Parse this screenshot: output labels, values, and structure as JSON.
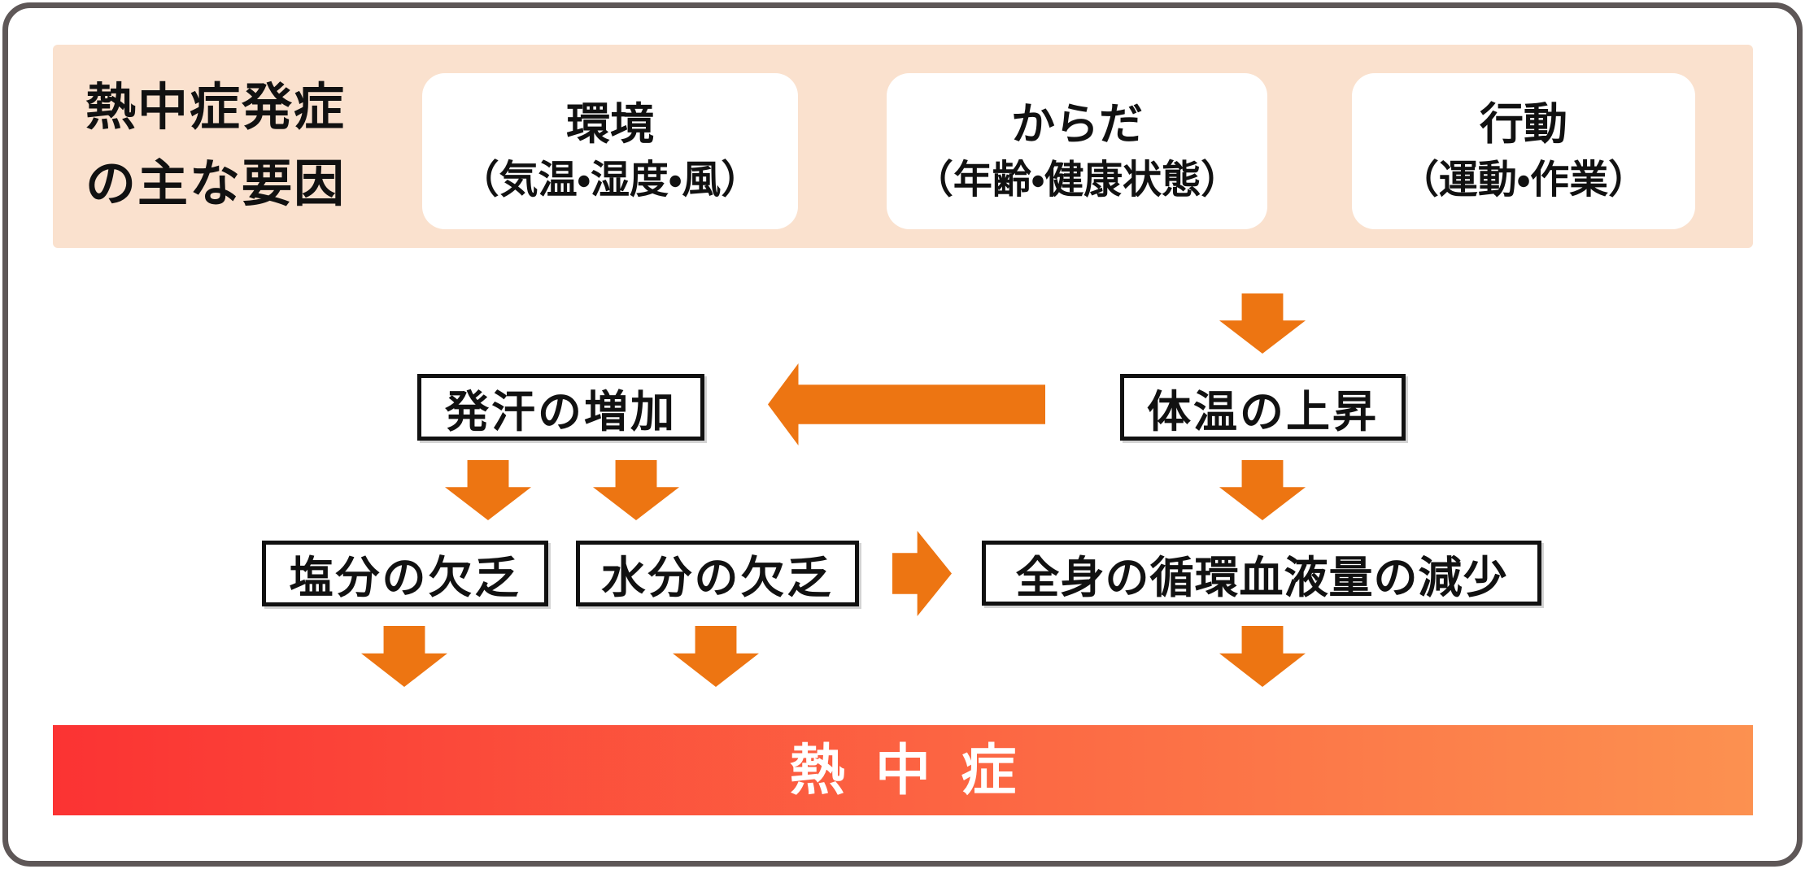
{
  "diagram": {
    "header": {
      "title_line1": "熱中症発症",
      "title_line2": "の主な要因",
      "factors": [
        {
          "name": "環境",
          "detail": "（気温・湿度・風）"
        },
        {
          "name": "からだ",
          "detail": "（年齢・健康状態）"
        },
        {
          "name": "行動",
          "detail": "（運動・作業）"
        }
      ]
    },
    "nodes": {
      "sweat_increase": "発汗の増加",
      "body_temp_rise": "体温の上昇",
      "salt_deficiency": "塩分の欠乏",
      "water_deficiency": "水分の欠乏",
      "blood_volume_decrease": "全身の循環血液量の減少"
    },
    "result": "熱中症",
    "colors": {
      "arrow_orange": "#ed7512",
      "banner_peach": "#fae1ce",
      "frame_gray": "#5e5757",
      "gradient_left": "#fb3333",
      "gradient_right": "#fc9150",
      "box_border": "#111111",
      "result_text": "#ffffff"
    }
  }
}
